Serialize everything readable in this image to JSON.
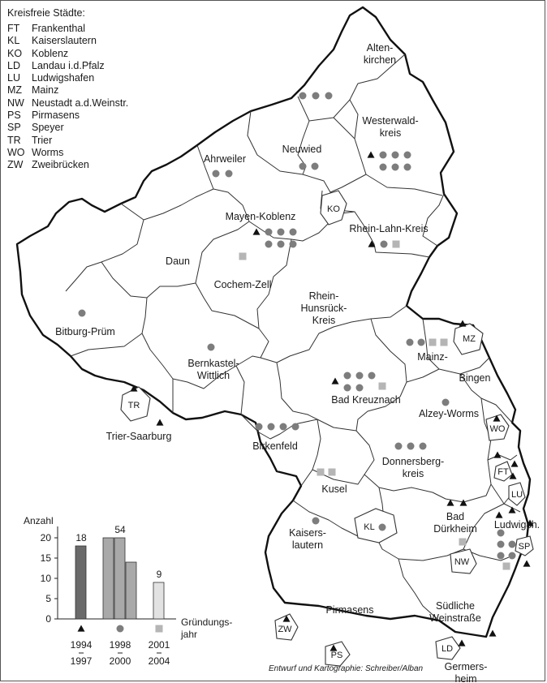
{
  "legend": {
    "title": "Kreisfreie Städte:",
    "items": [
      {
        "abbr": "FT",
        "name": "Frankenthal"
      },
      {
        "abbr": "KL",
        "name": "Kaiserslautern"
      },
      {
        "abbr": "KO",
        "name": "Koblenz"
      },
      {
        "abbr": "LD",
        "name": "Landau i.d.Pfalz"
      },
      {
        "abbr": "LU",
        "name": "Ludwigshafen"
      },
      {
        "abbr": "MZ",
        "name": "Mainz"
      },
      {
        "abbr": "NW",
        "name": "Neustadt a.d.Weinstr."
      },
      {
        "abbr": "PS",
        "name": "Pirmasens"
      },
      {
        "abbr": "SP",
        "name": "Speyer"
      },
      {
        "abbr": "TR",
        "name": "Trier"
      },
      {
        "abbr": "WO",
        "name": "Worms"
      },
      {
        "abbr": "ZW",
        "name": "Zweibrücken"
      }
    ]
  },
  "districts": {
    "altenkirchen": [
      "Alten-",
      "kirchen"
    ],
    "westerwald": [
      "Westerwald-",
      "kreis"
    ],
    "neuwied": "Neuwied",
    "ahrweiler": "Ahrweiler",
    "mayen": "Mayen-Koblenz",
    "rheinlahn": "Rhein-Lahn-Kreis",
    "daun": "Daun",
    "cochem": "Cochem-Zell",
    "hunsrueck": [
      "Rhein-",
      "Hunsrück-",
      "Kreis"
    ],
    "bitburg": "Bitburg-Prüm",
    "bernkastel": [
      "Bernkastel-",
      "Wittlich"
    ],
    "mainz": "Mainz-",
    "bingen": "Bingen",
    "kreuznach": "Bad Kreuznach",
    "alzey": "Alzey-Worms",
    "trier": "Trier-Saarburg",
    "birkenfeld": "Birkenfeld",
    "donnersberg": [
      "Donnersberg-",
      "kreis"
    ],
    "kusel": "Kusel",
    "kaiserslautern": [
      "Kaisers-",
      "lautern"
    ],
    "duerkheim": [
      "Bad",
      "Dürkheim"
    ],
    "ludwigsh": "Ludwigsh.",
    "pirmasens": "Pirmasens",
    "suedliche": [
      "Südliche",
      "Weinstraße"
    ],
    "germersheim": [
      "Germers-",
      "heim"
    ]
  },
  "chart_data": {
    "type": "bar",
    "ylabel": "Anzahl",
    "xlabel": "Gründungs-jahr",
    "ylim": [
      0,
      22
    ],
    "yticks": [
      0,
      5,
      10,
      15,
      20
    ],
    "groups": [
      {
        "period_start": "1994",
        "period_end": "1997",
        "symbol": "triangle",
        "total": "18",
        "values": [
          18
        ],
        "color": "#6a6a6a"
      },
      {
        "period_start": "1998",
        "period_end": "2000",
        "symbol": "circle",
        "total": "54",
        "values": [
          20,
          20,
          14
        ],
        "color": "#a9a9a9"
      },
      {
        "period_start": "2001",
        "period_end": "2004",
        "symbol": "square",
        "total": "9",
        "values": [
          9
        ],
        "color": "#e2e2e2"
      }
    ]
  },
  "symbols": {
    "colors": {
      "triangle": "#111111",
      "circle": "#7d7d7d",
      "square": "#b5b5b5"
    }
  },
  "credit": "Entwurf und Kartographie: Schreiber/Alban"
}
